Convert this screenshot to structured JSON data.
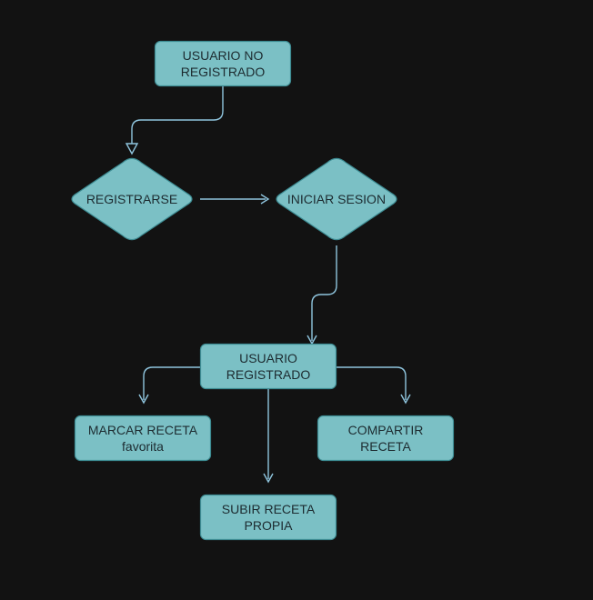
{
  "colors": {
    "background": "#121212",
    "node_fill": "#7bc0c5",
    "node_stroke": "#3d8c93",
    "edge": "#8fc5de",
    "text": "#1d2b30"
  },
  "nodes": [
    {
      "id": "usuario-no-registrado",
      "shape": "rounded-rect",
      "lines": [
        "USUARIO NO",
        "REGISTRADO"
      ]
    },
    {
      "id": "registrarse",
      "shape": "diamond",
      "lines": [
        "REGISTRARSE"
      ]
    },
    {
      "id": "iniciar-sesion",
      "shape": "diamond",
      "lines": [
        "INICIAR SESION"
      ]
    },
    {
      "id": "usuario-registrado",
      "shape": "rounded-rect",
      "lines": [
        "USUARIO",
        "REGISTRADO"
      ]
    },
    {
      "id": "marcar-receta",
      "shape": "rounded-rect",
      "lines": [
        "MARCAR RECETA",
        "favorita"
      ]
    },
    {
      "id": "compartir-receta",
      "shape": "rounded-rect",
      "lines": [
        "COMPARTIR",
        "RECETA"
      ]
    },
    {
      "id": "subir-receta",
      "shape": "rounded-rect",
      "lines": [
        "SUBIR RECETA",
        "PROPIA"
      ]
    }
  ],
  "edges": [
    {
      "from": "usuario-no-registrado",
      "to": "registrarse",
      "arrowhead": "hollow-triangle"
    },
    {
      "from": "registrarse",
      "to": "iniciar-sesion",
      "arrowhead": "open"
    },
    {
      "from": "iniciar-sesion",
      "to": "usuario-registrado",
      "arrowhead": "open"
    },
    {
      "from": "usuario-registrado",
      "to": "marcar-receta",
      "arrowhead": "open"
    },
    {
      "from": "usuario-registrado",
      "to": "compartir-receta",
      "arrowhead": "open"
    },
    {
      "from": "usuario-registrado",
      "to": "subir-receta",
      "arrowhead": "open"
    }
  ]
}
